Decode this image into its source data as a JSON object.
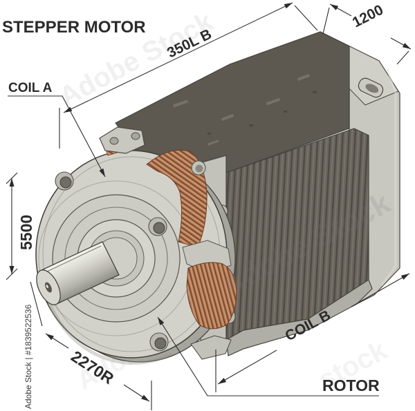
{
  "title": {
    "label": "STEPPER MOTOR"
  },
  "callouts": {
    "coil_a": "COIL A",
    "coil_b": "COIL B",
    "rotor": "ROTOR"
  },
  "dimensions": {
    "length": "350L B",
    "rear_width": "1200",
    "flange_height": "5500",
    "flange_radius": "2270R"
  },
  "watermark": {
    "credit": "Adobe Stock | #1839522536",
    "ghost_full": "Adobe Stock",
    "ghost_stock": "Stock",
    "ghost_adobe": "Adobe",
    "ghost_stock_lc": "stock"
  },
  "colors": {
    "copper": "#b5805d",
    "copper_dark": "#7c4426",
    "housing": "#c8c7c0",
    "flange_face": "#d3d2ca",
    "laminated_core": "#6b665d",
    "cut_surface": "#5d5950",
    "annotation": "#2b2b2b"
  }
}
